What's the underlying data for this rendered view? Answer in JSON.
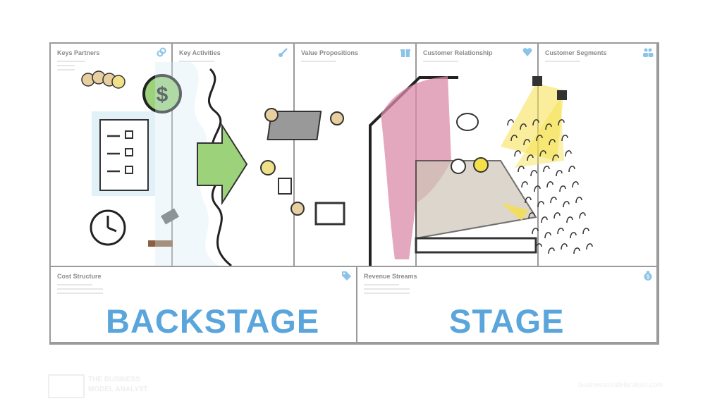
{
  "canvas": {
    "blocks": [
      {
        "title": "Keys Partners",
        "icon": "link-icon"
      },
      {
        "title": "Key Activities",
        "icon": "wrench-icon"
      },
      {
        "title": "Value Propositions",
        "icon": "gift-icon"
      },
      {
        "title": "Customer Relationship",
        "icon": "heart-icon"
      },
      {
        "title": "Customer Segments",
        "icon": "users-icon"
      },
      {
        "title": "Cost Structure",
        "icon": "tag-icon"
      },
      {
        "title": "Revenue Streams",
        "icon": "money-bag-icon"
      }
    ]
  },
  "labels": {
    "backstage": "BACKSTAGE",
    "stage": "STAGE"
  },
  "watermark": {
    "brand_line1": "THE BUSINESS",
    "brand_line2": "MODEL ANALYST",
    "url": "businessmodelanalyst.com"
  },
  "colors": {
    "accent": "#5aa6dc",
    "border": "#9a9a9a",
    "curtain": "#d98aa8",
    "spotlight": "#f5e04a",
    "arrow": "#9bd27a"
  }
}
